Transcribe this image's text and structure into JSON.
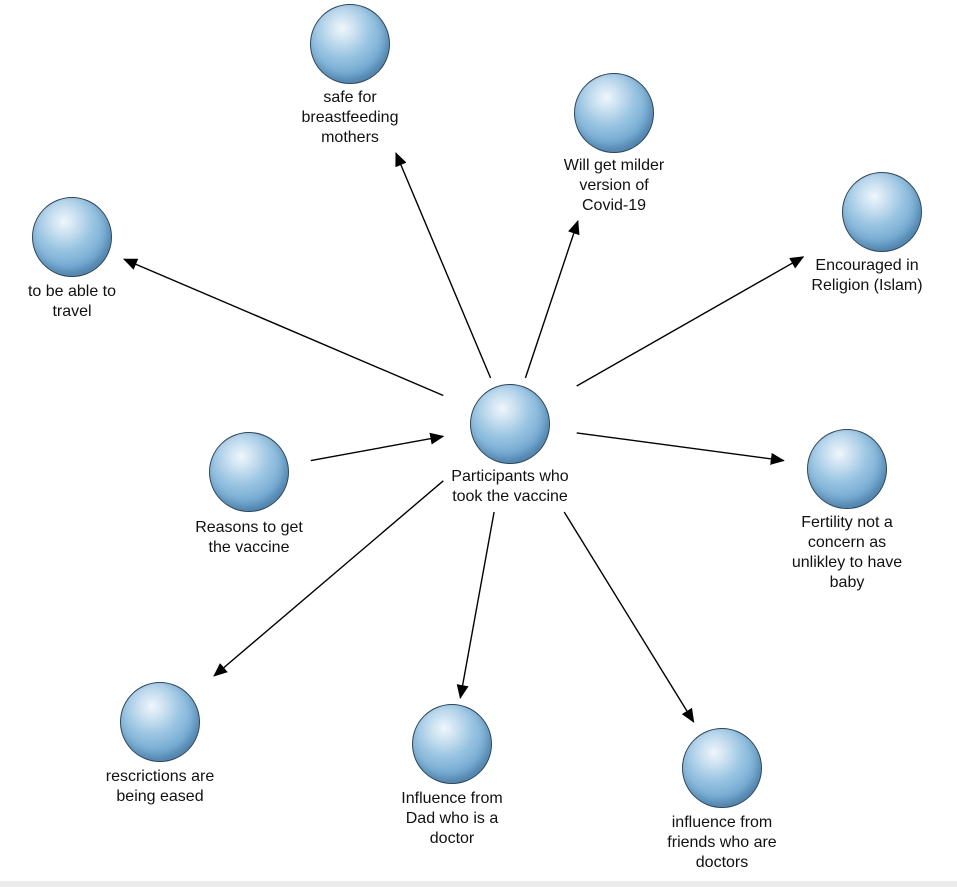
{
  "nodes": [
    {
      "id": "center",
      "lines": [
        "Participants who",
        "took the vaccine"
      ]
    },
    {
      "id": "reasons",
      "lines": [
        "Reasons to get",
        "the vaccine"
      ]
    },
    {
      "id": "travel",
      "lines": [
        "to be able to",
        "travel"
      ]
    },
    {
      "id": "breastfeed",
      "lines": [
        "safe for",
        "breastfeeding",
        "mothers"
      ]
    },
    {
      "id": "milder",
      "lines": [
        "Will get milder",
        "version of",
        "Covid-19"
      ]
    },
    {
      "id": "religion",
      "lines": [
        "Encouraged in",
        "Religion (Islam)"
      ]
    },
    {
      "id": "fertility",
      "lines": [
        "Fertility not a",
        "concern as",
        "unlikley to have",
        "baby"
      ]
    },
    {
      "id": "friends",
      "lines": [
        "influence from",
        "friends who are",
        "doctors"
      ]
    },
    {
      "id": "dad",
      "lines": [
        "Influence from",
        "Dad who is a",
        "doctor"
      ]
    },
    {
      "id": "eased",
      "lines": [
        "rescrictions are",
        "being eased"
      ]
    }
  ],
  "edges": [
    {
      "from": "reasons",
      "to": "center"
    },
    {
      "from": "center",
      "to": "travel"
    },
    {
      "from": "center",
      "to": "breastfeed"
    },
    {
      "from": "center",
      "to": "milder"
    },
    {
      "from": "center",
      "to": "religion"
    },
    {
      "from": "center",
      "to": "fertility"
    },
    {
      "from": "center",
      "to": "friends"
    },
    {
      "from": "center",
      "to": "dad"
    },
    {
      "from": "center",
      "to": "eased"
    }
  ],
  "colors": {
    "ball_fill": "#8fbde0",
    "ball_outline": "#2d4658",
    "edge": "#000000",
    "text": "#111111"
  }
}
